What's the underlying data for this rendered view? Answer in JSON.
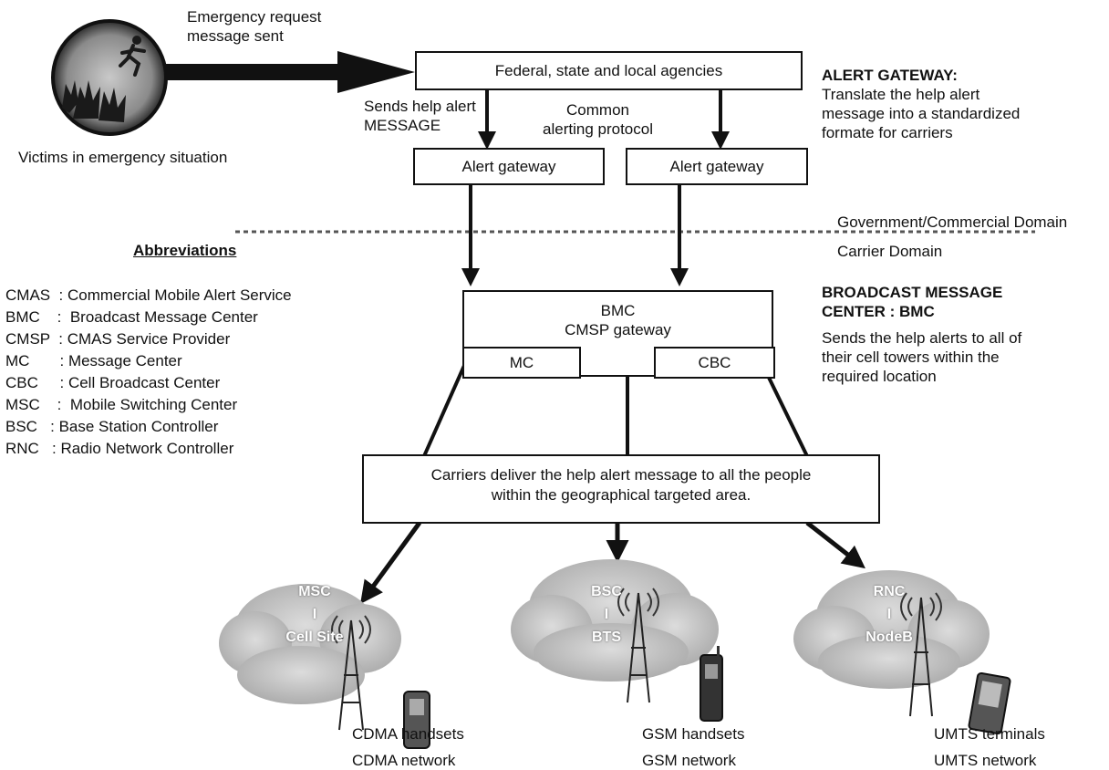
{
  "victims": {
    "label": "Victims in emergency situation",
    "request_label_line1": "Emergency request",
    "request_label_line2": "message sent"
  },
  "agencies_box": "Federal, state and local agencies",
  "sends_help_line1": "Sends help alert",
  "sends_help_line2": "MESSAGE",
  "common_line1": "Common",
  "common_line2": "alerting protocol",
  "alert_gateway_left": "Alert gateway",
  "alert_gateway_right": "Alert gateway",
  "alert_gateway_note": {
    "title": "ALERT GATEWAY:",
    "line1": "Translate the help alert",
    "line2": "message into a standardized",
    "line3": "formate for carriers"
  },
  "domains": {
    "upper": "Government/Commercial Domain",
    "lower": "Carrier Domain"
  },
  "abbreviations": {
    "title": "Abbreviations",
    "rows": [
      "CMAS  : Commercial Mobile Alert Service",
      "BMC    :  Broadcast Message Center",
      "CMSP  : CMAS Service Provider",
      "MC       : Message Center",
      "CBC     : Cell Broadcast Center",
      "MSC    :  Mobile Switching Center",
      "BSC   : Base Station Controller",
      "RNC   : Radio Network Controller"
    ]
  },
  "bmc_box": {
    "line1": "BMC",
    "line2": "CMSP gateway",
    "mc": "MC",
    "cbc": "CBC"
  },
  "bmc_note": {
    "title_line1": "BROADCAST MESSAGE",
    "title_line2": "CENTER : BMC",
    "line1": "Sends the help alerts to all of",
    "line2": "their cell towers within the",
    "line3": "required location"
  },
  "carriers_box": {
    "line1": "Carriers deliver the help alert message to all the people",
    "line2": "within the geographical targeted area."
  },
  "networks": [
    {
      "top": "MSC",
      "mid": "I",
      "bottom": "Cell Site",
      "devices": "CDMA handsets",
      "network": "CDMA network"
    },
    {
      "top": "BSC",
      "mid": "I",
      "bottom": "BTS",
      "devices": "GSM handsets",
      "network": "GSM network"
    },
    {
      "top": "RNC",
      "mid": "I",
      "bottom": "NodeB",
      "devices": "UMTS terminals",
      "network": "UMTS network"
    }
  ]
}
